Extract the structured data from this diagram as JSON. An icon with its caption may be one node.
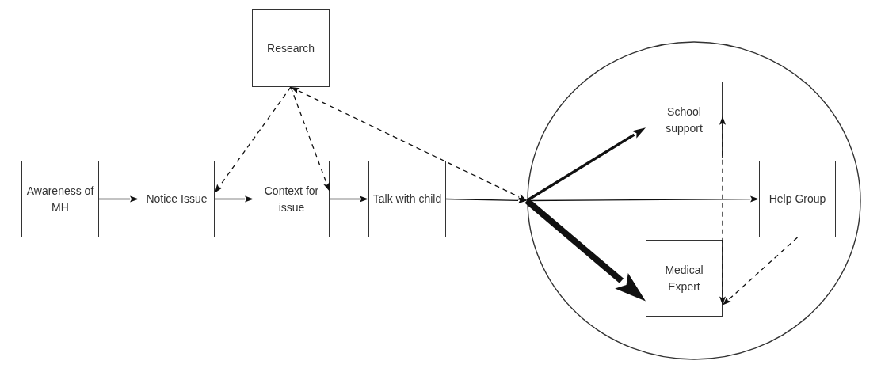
{
  "diagram": {
    "nodes": [
      {
        "text": [
          "Awareness of MH"
        ]
      },
      {
        "text": [
          "Notice Issue"
        ]
      },
      {
        "text": [
          "Context for issue"
        ]
      },
      {
        "text": [
          "Talk with child"
        ]
      },
      {
        "text": [
          "Research"
        ]
      },
      {
        "text": [],
        "shape": "circle"
      },
      {
        "text": [
          "School support"
        ],
        "in": 5
      },
      {
        "text": [
          "Help Group"
        ],
        "in": 5
      },
      {
        "text": [
          "Medical Expert"
        ],
        "in": 5
      }
    ],
    "edges": [
      {
        "from": 0,
        "to": 1,
        "arrow": "to"
      },
      {
        "from": 1,
        "to": 2,
        "arrow": "to"
      },
      {
        "from": 2,
        "to": 3,
        "arrow": "to"
      },
      {
        "from": 3,
        "to": 5,
        "arrow": "to"
      },
      {
        "from": 4,
        "to": 1,
        "arrow": "to",
        "style": "dashed"
      },
      {
        "from": 4,
        "to": 2,
        "arrow": "to",
        "style": "dashed"
      },
      {
        "from": 4,
        "to": 5,
        "arrow": "both",
        "style": "dashed"
      },
      {
        "from": 5,
        "to": 6,
        "arrow": "to",
        "style": "thick"
      },
      {
        "from": 5,
        "to": 7,
        "arrow": "to"
      },
      {
        "from": 5,
        "to": 8,
        "arrow": "to",
        "style": "thick"
      },
      {
        "from": 6,
        "to": 8,
        "arrow": "both",
        "style": "dashed"
      },
      {
        "from": 7,
        "to": 8,
        "arrow": "to",
        "style": "dashed"
      }
    ]
  }
}
